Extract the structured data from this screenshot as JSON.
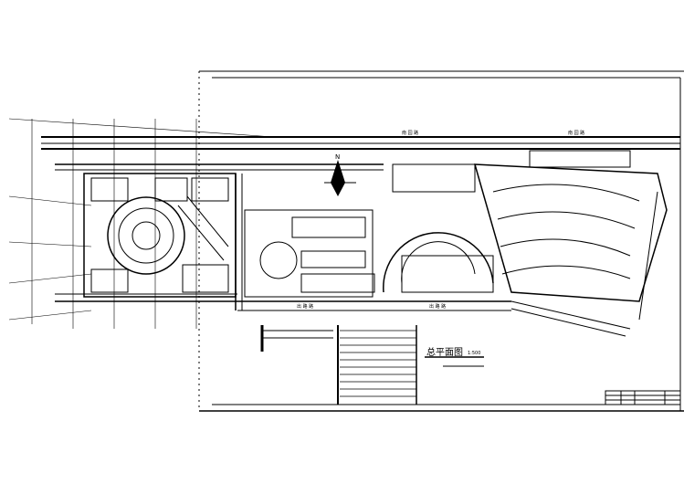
{
  "drawing": {
    "title": "总平面图",
    "scale": "1:500",
    "north_label": "N",
    "road_labels": [
      "南 园 路",
      "南 园 路",
      "出 路 路",
      "出 路 路"
    ]
  },
  "colors": {
    "line": "#000000",
    "background": "#ffffff"
  }
}
